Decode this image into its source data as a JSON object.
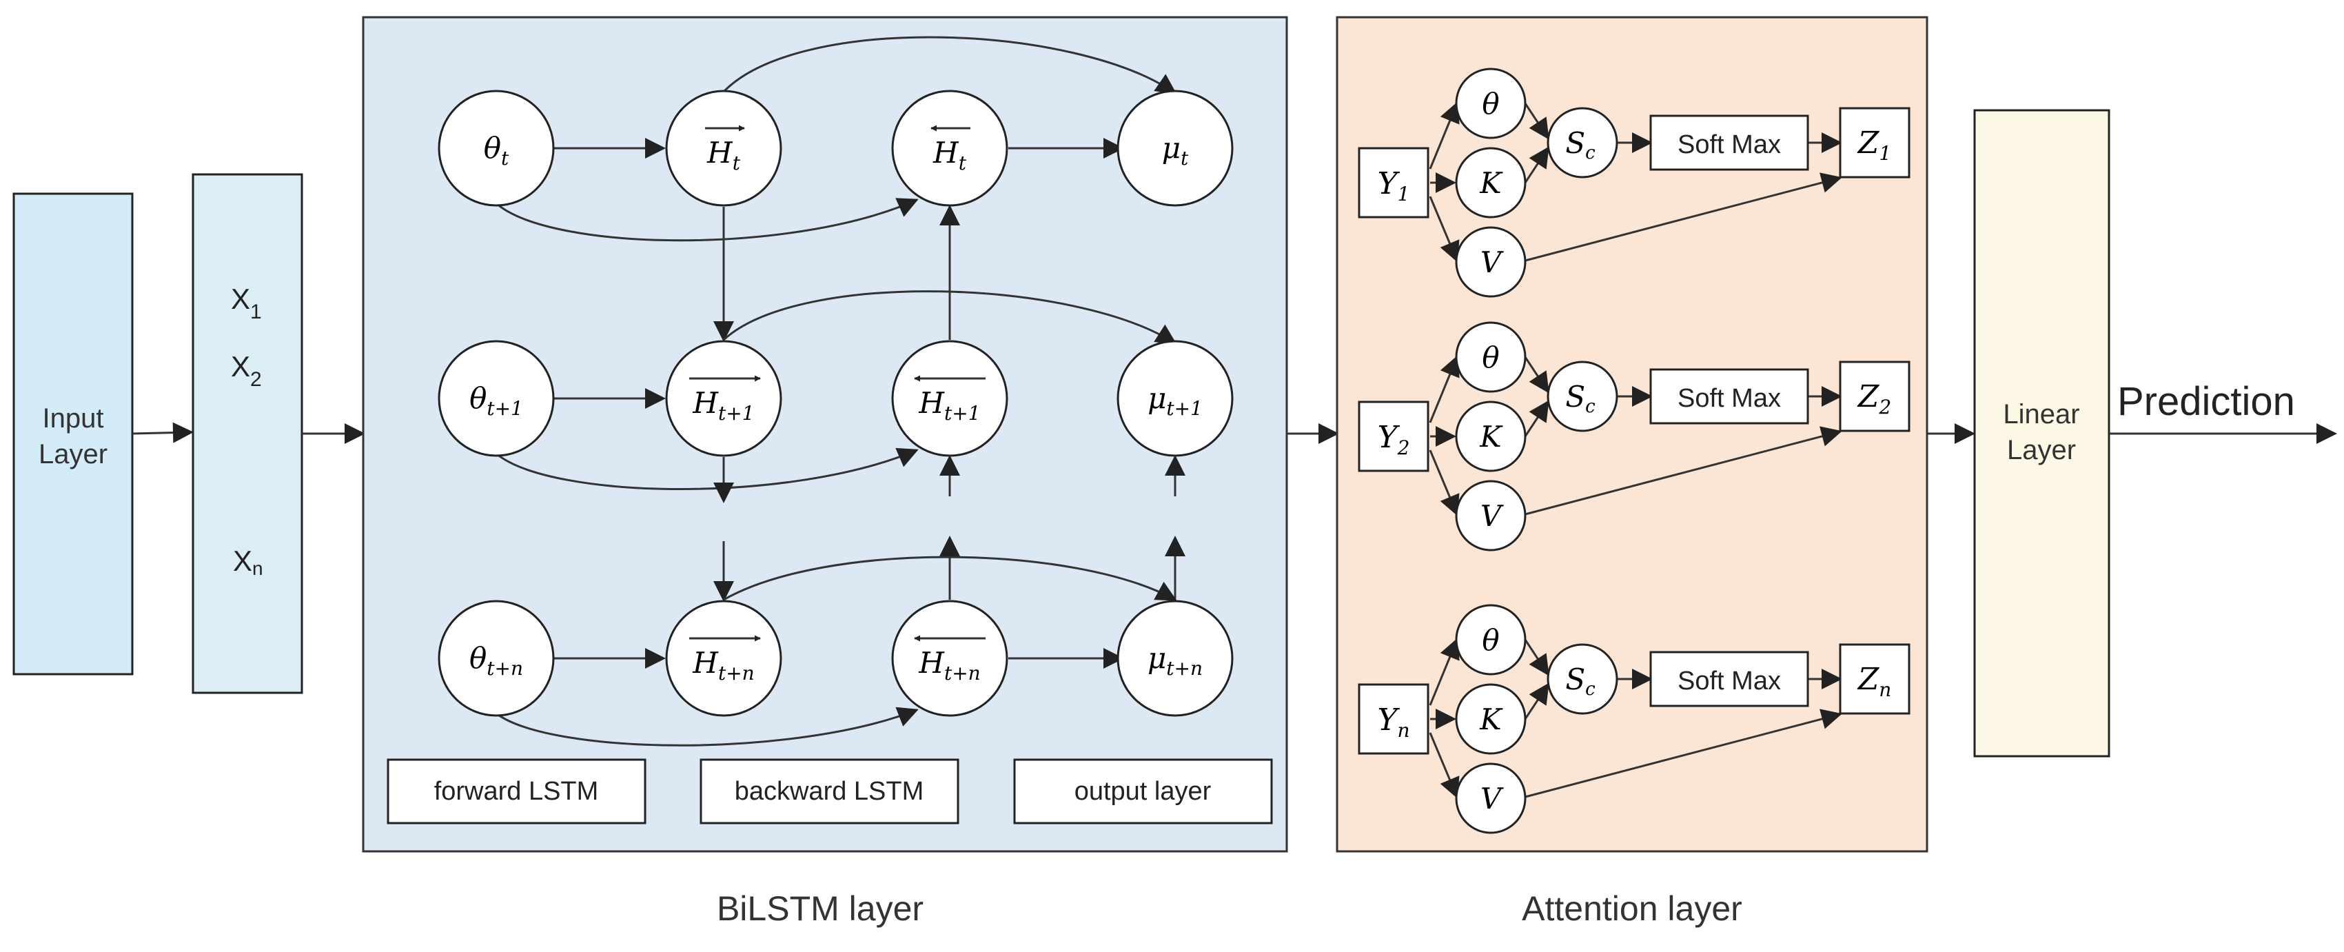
{
  "colors": {
    "input_layer": "#d4ecf7",
    "x_box": "#dbeef5",
    "bilstm_panel": "#dce9f5",
    "attention_panel": "#fbe6d6",
    "linear_layer": "#fdf8e6",
    "stroke": "#222222"
  },
  "input_layer": {
    "line1": "Input",
    "line2": "Layer"
  },
  "inputs": {
    "x1": "X",
    "x1_sub": "1",
    "x2": "X",
    "x2_sub": "2",
    "xn": "X",
    "xn_sub": "n"
  },
  "bilstm": {
    "caption": "BiLSTM layer",
    "rows": [
      {
        "theta": "θ",
        "theta_sub": "t",
        "fwd": "H",
        "fwd_sub": "t",
        "bwd": "H",
        "bwd_sub": "t",
        "mu": "μ",
        "mu_sub": "t"
      },
      {
        "theta": "θ",
        "theta_sub": "t+1",
        "fwd": "H",
        "fwd_sub": "t+1",
        "bwd": "H",
        "bwd_sub": "t+1",
        "mu": "μ",
        "mu_sub": "t+1"
      },
      {
        "theta": "θ",
        "theta_sub": "t+n",
        "fwd": "H",
        "fwd_sub": "t+n",
        "bwd": "H",
        "bwd_sub": "t+n",
        "mu": "μ",
        "mu_sub": "t+n"
      }
    ],
    "legend": [
      "forward LSTM",
      "backward LSTM",
      "output layer"
    ]
  },
  "attention": {
    "caption": "Attention layer",
    "blocks": [
      {
        "y": "Y",
        "y_sub": "1",
        "theta": "θ",
        "k": "K",
        "v": "V",
        "s": "S",
        "s_sub": "c",
        "softmax": "Soft Max",
        "z": "Z",
        "z_sub": "1"
      },
      {
        "y": "Y",
        "y_sub": "2",
        "theta": "θ",
        "k": "K",
        "v": "V",
        "s": "S",
        "s_sub": "c",
        "softmax": "Soft Max",
        "z": "Z",
        "z_sub": "2"
      },
      {
        "y": "Y",
        "y_sub": "n",
        "theta": "θ",
        "k": "K",
        "v": "V",
        "s": "S",
        "s_sub": "c",
        "softmax": "Soft Max",
        "z": "Z",
        "z_sub": "n"
      }
    ]
  },
  "linear_layer": {
    "line1": "Linear",
    "line2": "Layer"
  },
  "output_label": "Prediction"
}
